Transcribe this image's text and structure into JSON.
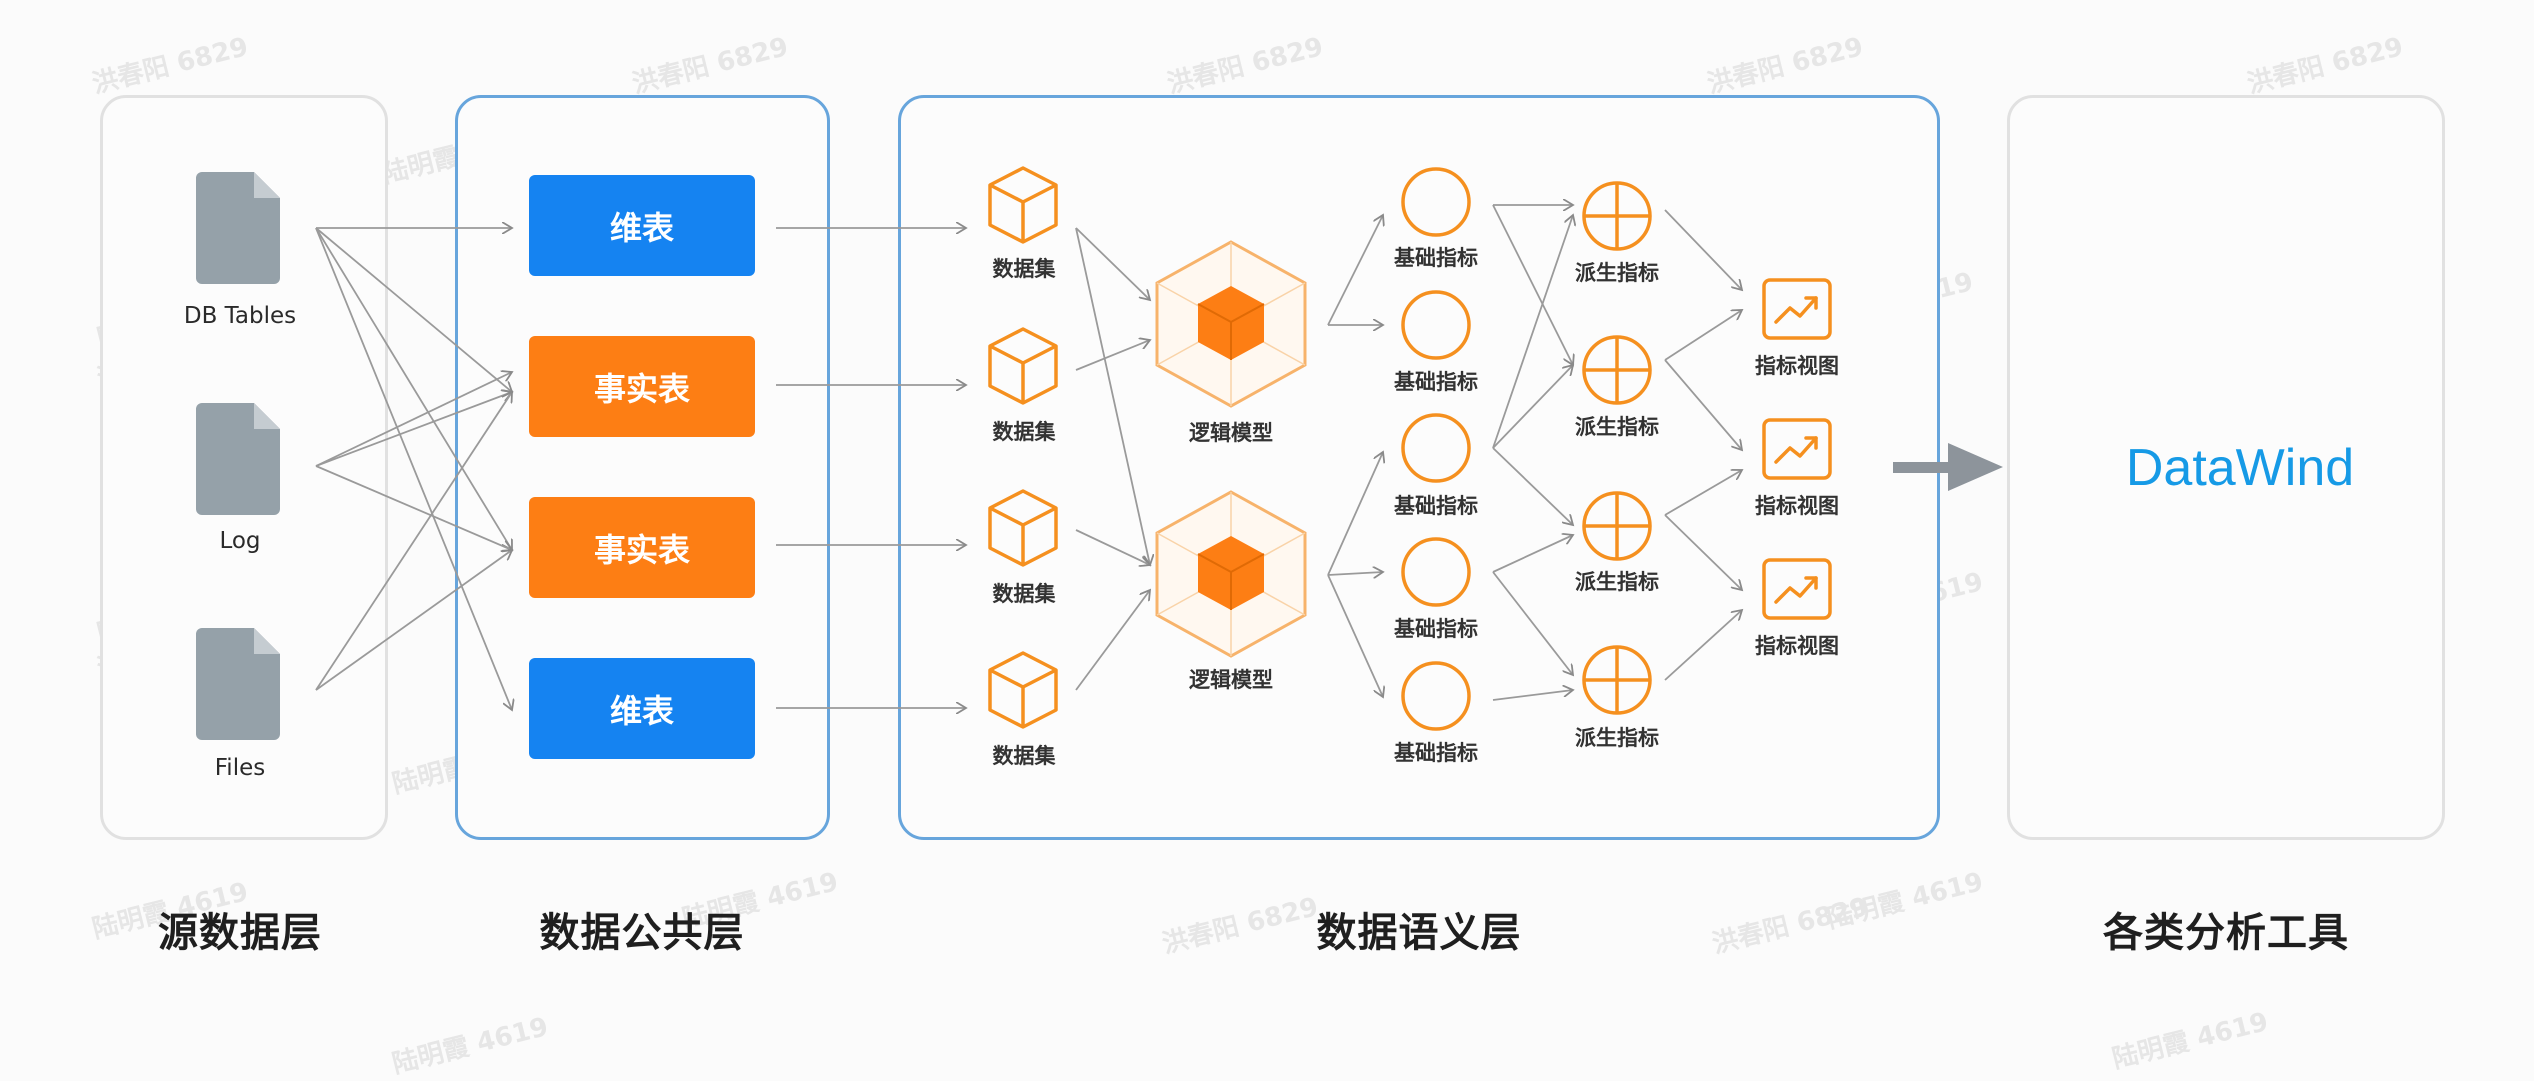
{
  "layers": {
    "source": "源数据层",
    "common": "数据公共层",
    "semantic": "数据语义层",
    "tools": "各类分析工具"
  },
  "sources": [
    "DB Tables",
    "Log",
    "Files"
  ],
  "tables": [
    "维表",
    "事实表",
    "事实表",
    "维表"
  ],
  "datasets": [
    "数据集",
    "数据集",
    "数据集",
    "数据集"
  ],
  "models": [
    "逻辑模型",
    "逻辑模型"
  ],
  "base_metrics": [
    "基础指标",
    "基础指标",
    "基础指标",
    "基础指标",
    "基础指标"
  ],
  "derived_metrics": [
    "派生指标",
    "派生指标",
    "派生指标",
    "派生指标"
  ],
  "metric_views": [
    "指标视图",
    "指标视图",
    "指标视图"
  ],
  "tool": "DataWind",
  "watermarks": [
    "洪春阳 6829",
    "陆明霞 4619"
  ],
  "colors": {
    "blue": "#1583f1",
    "orange": "#fd7e14",
    "panel_border_blue": "#67a5dc",
    "panel_border_gray": "#e1e1e1",
    "datawind": "#169ae6"
  }
}
